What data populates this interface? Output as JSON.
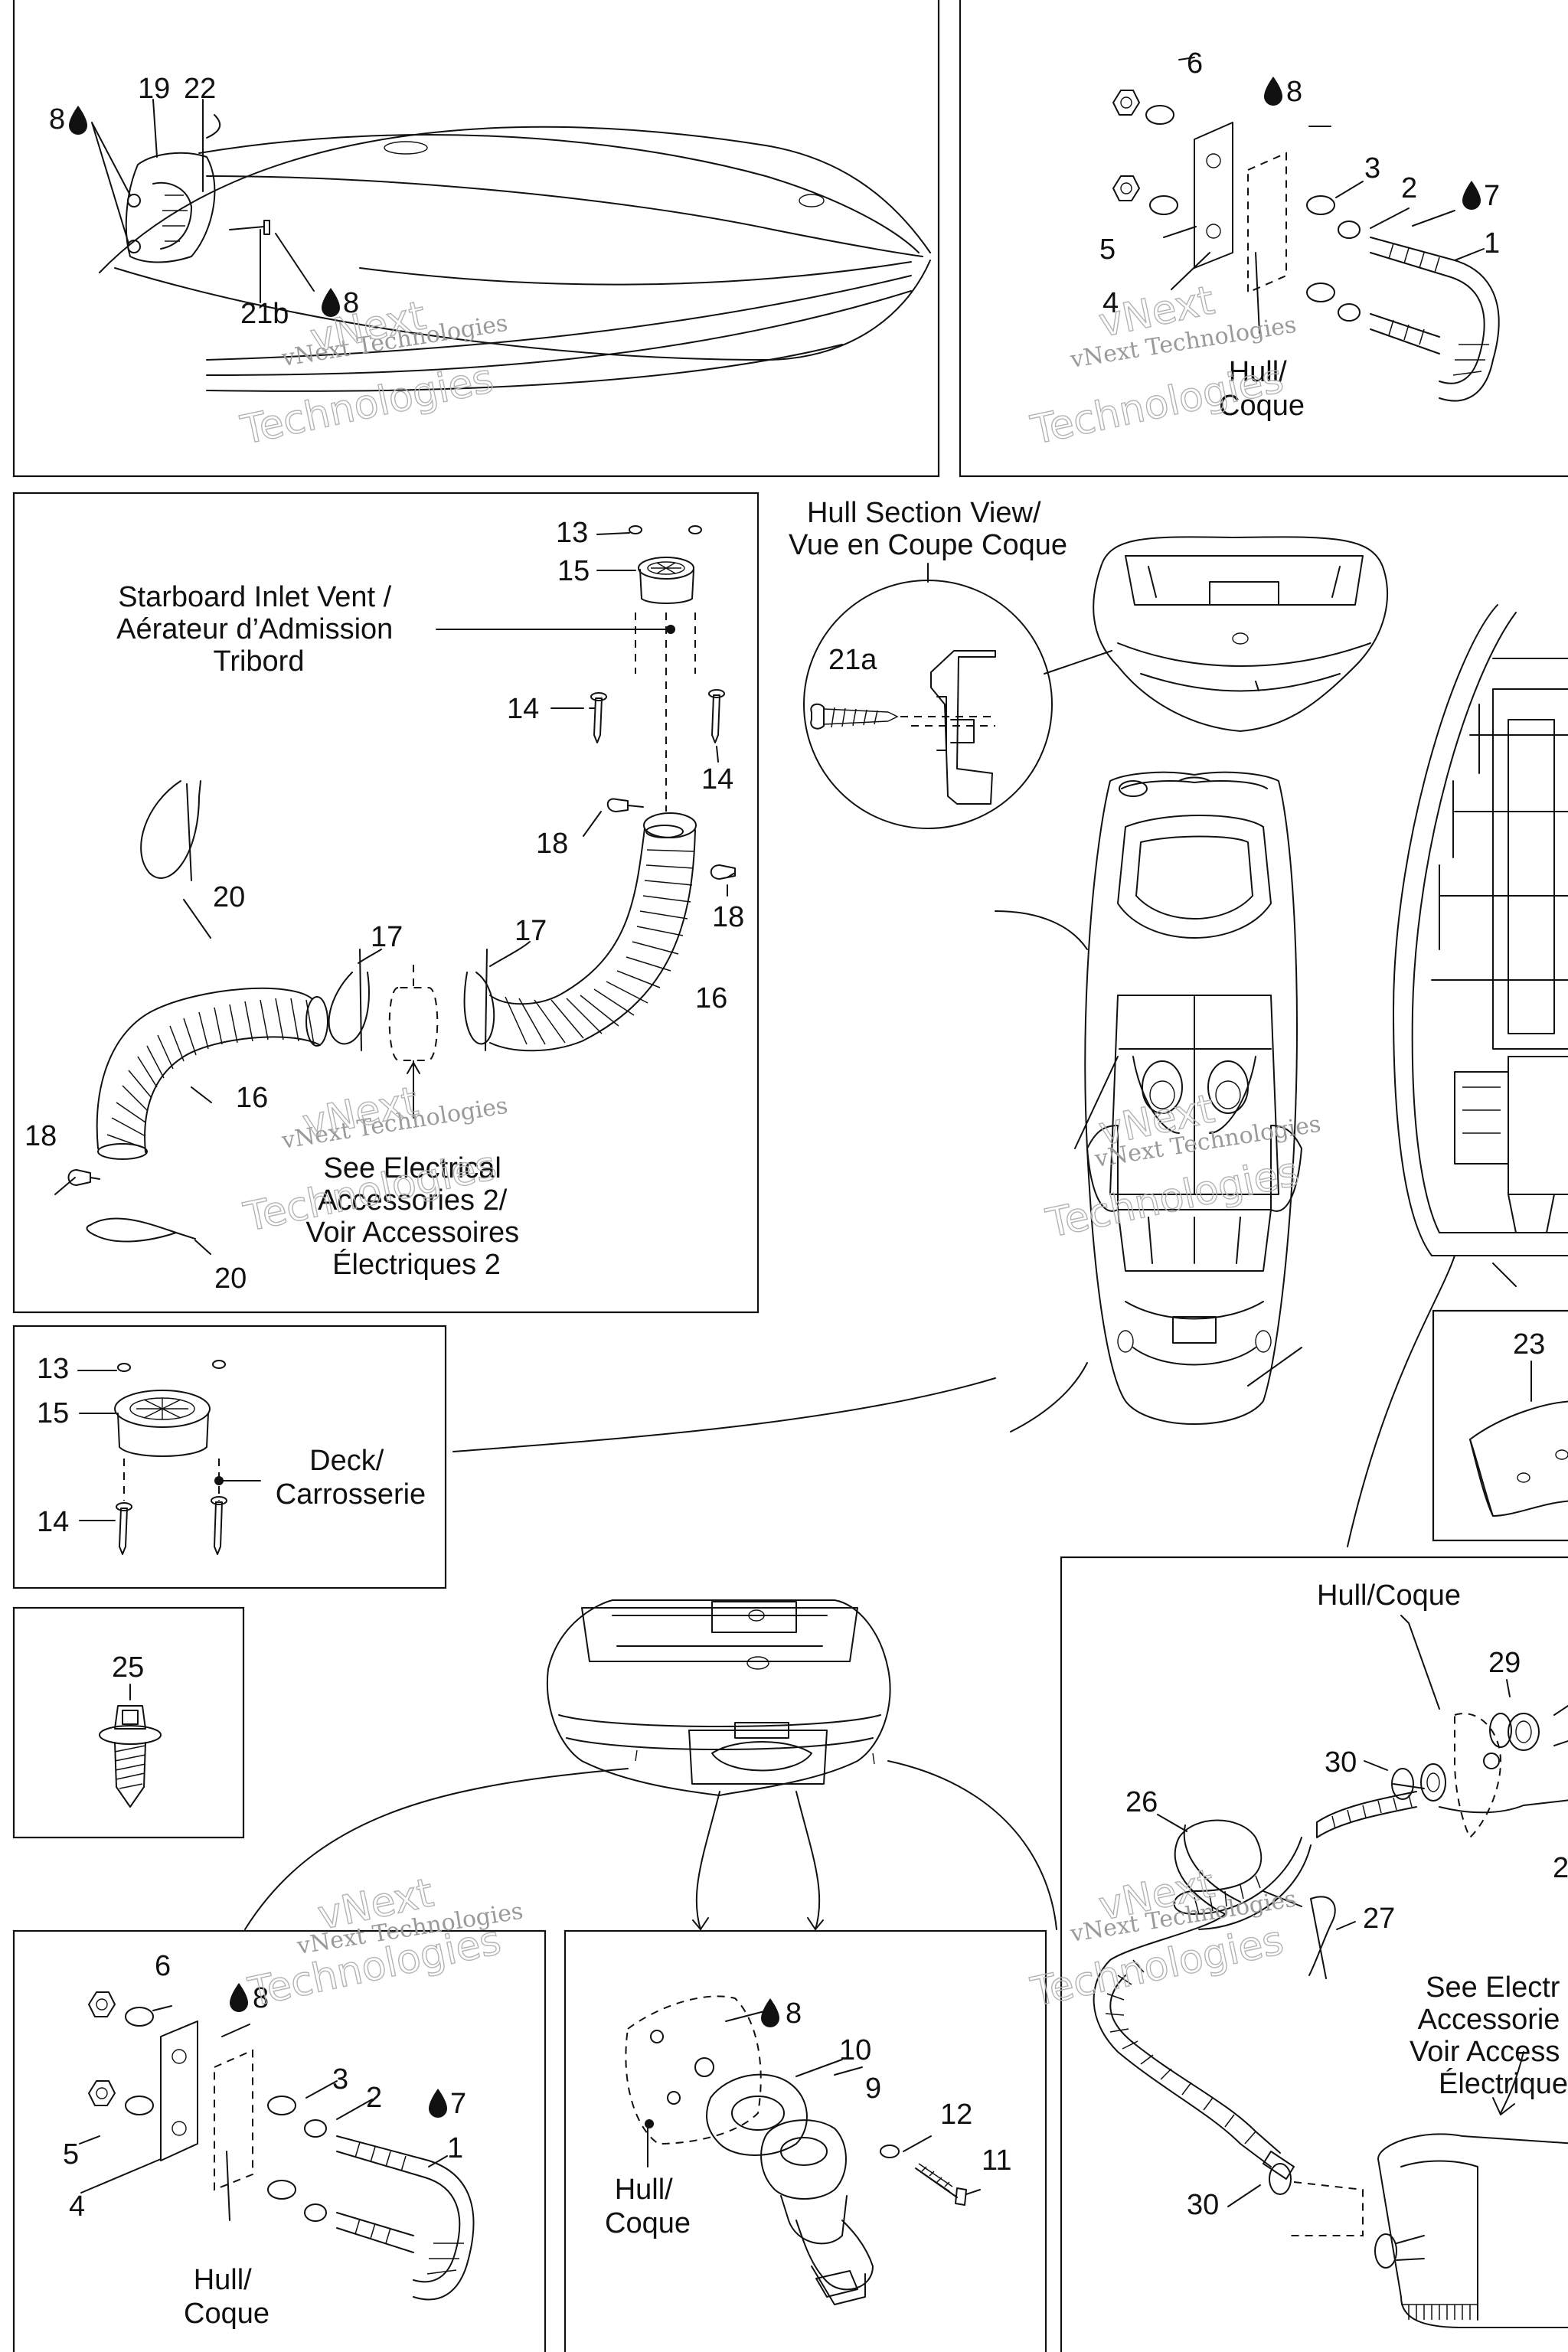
{
  "panel_top_left": {
    "callouts": [
      "19",
      "22",
      "8",
      "21b",
      "8"
    ]
  },
  "panel_top_right": {
    "callouts": [
      "6",
      "8",
      "3",
      "2",
      "7",
      "1",
      "5",
      "4"
    ],
    "hull_label": [
      "Hull/",
      "Coque"
    ]
  },
  "panel_inlet": {
    "title": [
      "Starboard Inlet Vent /",
      "Aérateur d’Admission",
      "Tribord"
    ],
    "callouts": [
      "13",
      "15",
      "14",
      "14",
      "18",
      "18",
      "20",
      "17",
      "17",
      "16",
      "16",
      "18",
      "20"
    ],
    "see_note": [
      "See Electrical",
      "Accessories 2/",
      "Voir Accessoires",
      "Électriques 2"
    ]
  },
  "section_view": {
    "title": [
      "Hull Section View/",
      "Vue en Coupe Coque"
    ],
    "callout": "21a"
  },
  "panel_deck": {
    "callouts": [
      "13",
      "15",
      "14"
    ],
    "deck_label": [
      "Deck/",
      "Carrosserie"
    ]
  },
  "panel_screw": {
    "callout": "25"
  },
  "panel_23": {
    "callout": "23"
  },
  "panel_bilge": {
    "hull_label": "Hull/Coque",
    "callouts": [
      "29",
      "30",
      "26",
      "27",
      "30",
      "2"
    ],
    "see_note": [
      "See Electr",
      "Accessorie",
      "Voir Access",
      "Électrique"
    ]
  },
  "panel_bottom_left": {
    "callouts": [
      "6",
      "8",
      "3",
      "2",
      "7",
      "1",
      "5",
      "4"
    ],
    "hull_label": [
      "Hull/",
      "Coque"
    ]
  },
  "panel_drain": {
    "callouts": [
      "8",
      "10",
      "9",
      "12",
      "11"
    ],
    "hull_label": [
      "Hull/",
      "Coque"
    ]
  },
  "watermark": [
    "vNext Technologies",
    "vNext",
    "Technologies"
  ]
}
